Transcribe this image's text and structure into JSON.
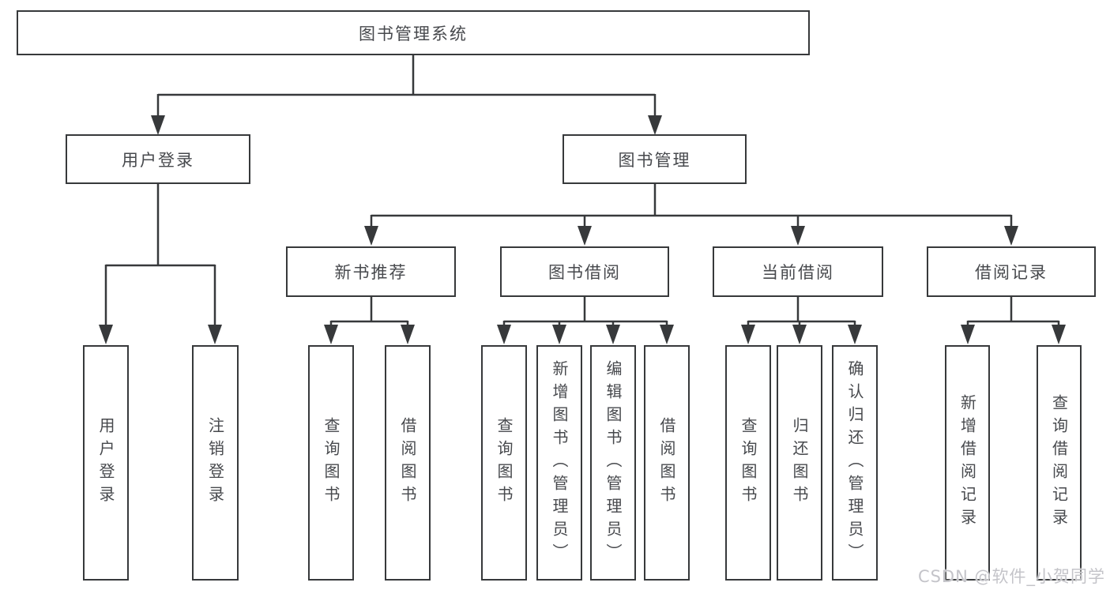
{
  "diagram": {
    "root": {
      "label": "图书管理系统"
    },
    "branches": [
      {
        "label": "用户登录",
        "children": [
          {
            "label": "用户登录"
          },
          {
            "label": "注销登录"
          }
        ]
      },
      {
        "label": "图书管理",
        "groups": [
          {
            "label": "新书推荐",
            "children": [
              {
                "label": "查询图书"
              },
              {
                "label": "借阅图书"
              }
            ]
          },
          {
            "label": "图书借阅",
            "children": [
              {
                "label": "查询图书"
              },
              {
                "label": "新增图书（管理员）"
              },
              {
                "label": "编辑图书（管理员）"
              },
              {
                "label": "借阅图书"
              }
            ]
          },
          {
            "label": "当前借阅",
            "children": [
              {
                "label": "查询图书"
              },
              {
                "label": "归还图书"
              },
              {
                "label": "确认归还（管理员）"
              }
            ]
          },
          {
            "label": "借阅记录",
            "children": [
              {
                "label": "新增借阅记录"
              },
              {
                "label": "查询借阅记录"
              }
            ]
          }
        ]
      }
    ]
  },
  "watermark": {
    "text": "CSDN @软件_小贺同学"
  },
  "colors": {
    "line": "#37393b",
    "box_border": "#37393b",
    "text": "#47494d",
    "background": "#ffffff",
    "watermark": "#c4c4c9"
  }
}
